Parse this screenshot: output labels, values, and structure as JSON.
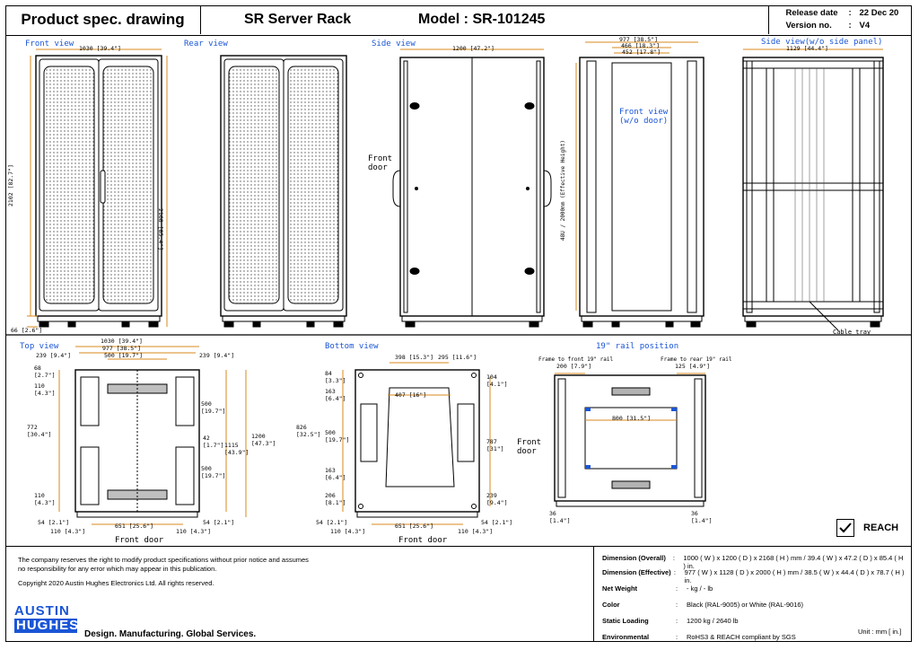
{
  "header": {
    "doc_title": "Product spec. drawing",
    "series": "SR Server Rack",
    "model": "Model : SR-101245",
    "release_label": "Release date",
    "release_value": "22 Dec 20",
    "version_label": "Version no.",
    "version_value": "V4",
    "sep": ":"
  },
  "views": {
    "front": "Front view",
    "rear": "Rear view",
    "side": "Side view",
    "front_nodoor": "Front view\n(w/o door)",
    "side_nopanel": "Side view(w/o side panel)",
    "top": "Top view",
    "bottom": "Bottom view",
    "rail": "19\" rail position"
  },
  "annotations": {
    "front_door_side": "Front\ndoor",
    "front_door_top": "Front door",
    "front_door_bottom": "Front door",
    "front_door_rail": "Front\ndoor",
    "cable_tray": "Cable tray",
    "front_to_front_rail": "Frame to front 19\" rail",
    "frame_to_rear_rail": "Frame to rear 19\" rail"
  },
  "dims": {
    "front_w": "1030 [39.4\"]",
    "front_h": "2102 [82.7\"]",
    "front_h2": "2168 [85.4\"]",
    "front_base": "66 [2.6\"]",
    "side_w": "1200 [47.2\"]",
    "nodoor_w1": "977 [38.5\"]",
    "nodoor_w2": "466 [18.3\"]",
    "nodoor_w3": "452 [17.8\"]",
    "nodoor_h": "48U / 2000mm (Effective Height)",
    "panel_w": "1129 [44.4\"]",
    "top_w1": "1030 [39.4\"]",
    "top_w2": "977 [38.5\"]",
    "top_w3": "500 [19.7\"]",
    "top_239a": "239 [9.4\"]",
    "top_239b": "239 [9.4\"]",
    "top_68": "68\n[2.7\"]",
    "top_110a": "110\n[4.3\"]",
    "top_772": "772\n[30.4\"]",
    "top_110b": "110\n[4.3\"]",
    "top_500a": "500\n[19.7\"]",
    "top_42": "42\n[1.7\"]",
    "top_500b": "500\n[19.7\"]",
    "top_1115": "1115\n[43.9\"]",
    "top_1200": "1200\n[47.3\"]",
    "top_54a": "54 [2.1\"]",
    "top_651": "651 [25.6\"]",
    "top_54b": "54 [2.1\"]",
    "top_110c": "110 [4.3\"]",
    "top_110d": "110 [4.3\"]",
    "bot_84": "84\n[3.3\"]",
    "bot_398": "398 [15.3\"]",
    "bot_295": "295 [11.6\"]",
    "bot_104": "104\n[4.1\"]",
    "bot_163a": "163\n[6.4\"]",
    "bot_407": "407 [16\"]",
    "bot_826": "826\n[32.5\"]",
    "bot_500": "500\n[19.7\"]",
    "bot_787": "787\n[31\"]",
    "bot_163b": "163\n[6.4\"]",
    "bot_206": "206\n[8.1\"]",
    "bot_239": "239\n[9.4\"]",
    "bot_54a": "54 [2.1\"]",
    "bot_651": "651 [25.6\"]",
    "bot_54b": "54 [2.1\"]",
    "bot_110a": "110 [4.3\"]",
    "bot_110b": "110 [4.3\"]",
    "rail_200": "200 [7.9\"]",
    "rail_125": "125 [4.9\"]",
    "rail_800": "800 [31.5\"]",
    "rail_36a": "36\n[1.4\"]",
    "rail_36b": "36\n[1.4\"]"
  },
  "reach": "REACH",
  "footer": {
    "disclaimer": "The company reserves the right to modify product specifications without prior notice and assumes no responsibility for any error which may appear in this publication.",
    "copyright": "Copyright 2020 Austin Hughes Electronics Ltd. All rights reserved.",
    "logo_top": "AUSTIN",
    "logo_bottom": "HUGHES",
    "tagline": "Design. Manufacturing. Global Services.",
    "unit": "Unit : mm [ in.]",
    "specs": [
      {
        "k": "Dimension (Overall)",
        "v": "1000 ( W ) x 1200 ( D ) x 2168 ( H ) mm / 39.4 ( W ) x 47.2 ( D ) x 85.4 ( H ) in."
      },
      {
        "k": "Dimension (Effective)",
        "v": "977 ( W ) x 1128 ( D ) x 2000 ( H ) mm / 38.5 ( W ) x 44.4 ( D ) x 78.7 ( H ) in."
      },
      {
        "k": "Net Weight",
        "v": "- kg / - lb"
      },
      {
        "k": "Color",
        "v": "Black (RAL-9005) or White (RAL-9016)"
      },
      {
        "k": "Static Loading",
        "v": "1200 kg / 2640 lb"
      },
      {
        "k": "Environmental",
        "v": "RoHS3 & REACH compliant by SGS"
      }
    ]
  }
}
